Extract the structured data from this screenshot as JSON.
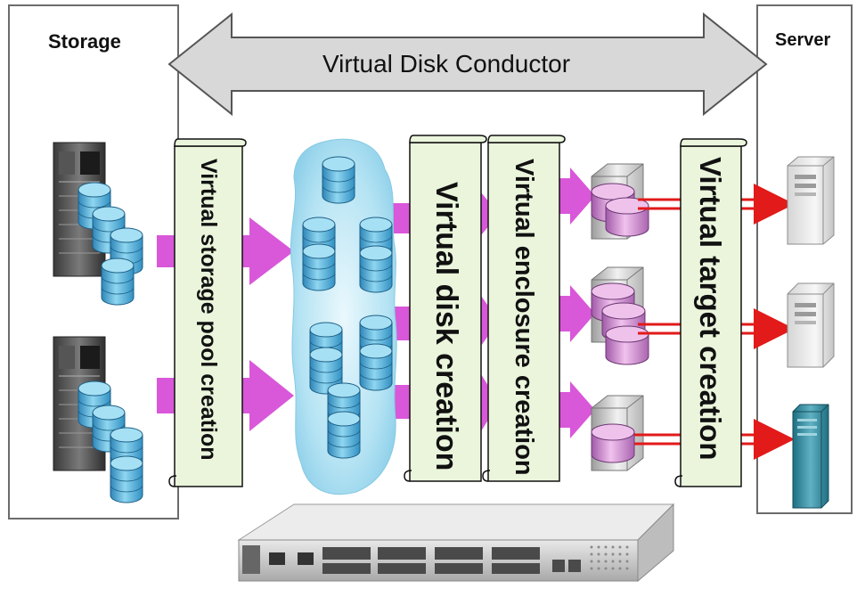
{
  "diagram": {
    "storage_label": "Storage",
    "server_label": "Server",
    "conductor_label": "Virtual Disk Conductor",
    "scrolls": [
      {
        "label": "Virtual storage pool creation"
      },
      {
        "label": "Virtual disk creation"
      },
      {
        "label": "Virtual enclosure creation"
      },
      {
        "label": "Virtual target creation"
      }
    ]
  },
  "colors": {
    "arrow_fill": "#d8d8d8",
    "arrow_stroke": "#555555",
    "scroll_fill": "#eaf5dc",
    "flow_arrow": "#d957d9",
    "link_arrow": "#e21a1a",
    "disk_blue": "#5ab2d6",
    "disk_pink": "#cf8fcf",
    "cloud": "#a6dcef"
  }
}
